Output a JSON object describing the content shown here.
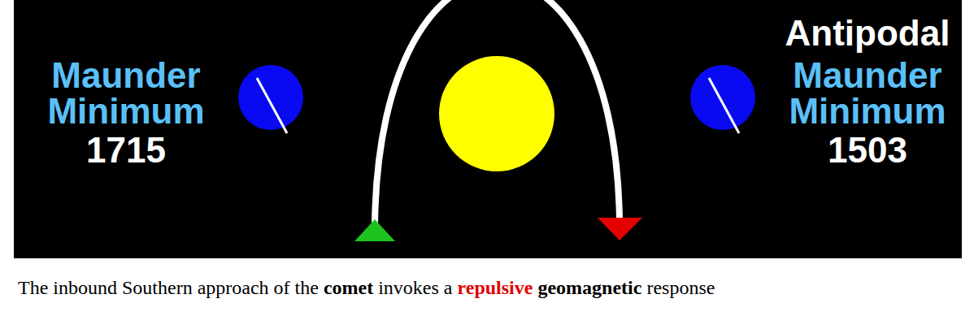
{
  "diagram": {
    "labels": [
      "Maunder Minimum",
      "1715",
      "Antipodal",
      "Maunder Minimum",
      "1503",
      "The inbound Southern approach of the",
      "comet",
      "invokes a",
      "repulsive",
      "geomagnetic",
      "response"
    ]
  }
}
